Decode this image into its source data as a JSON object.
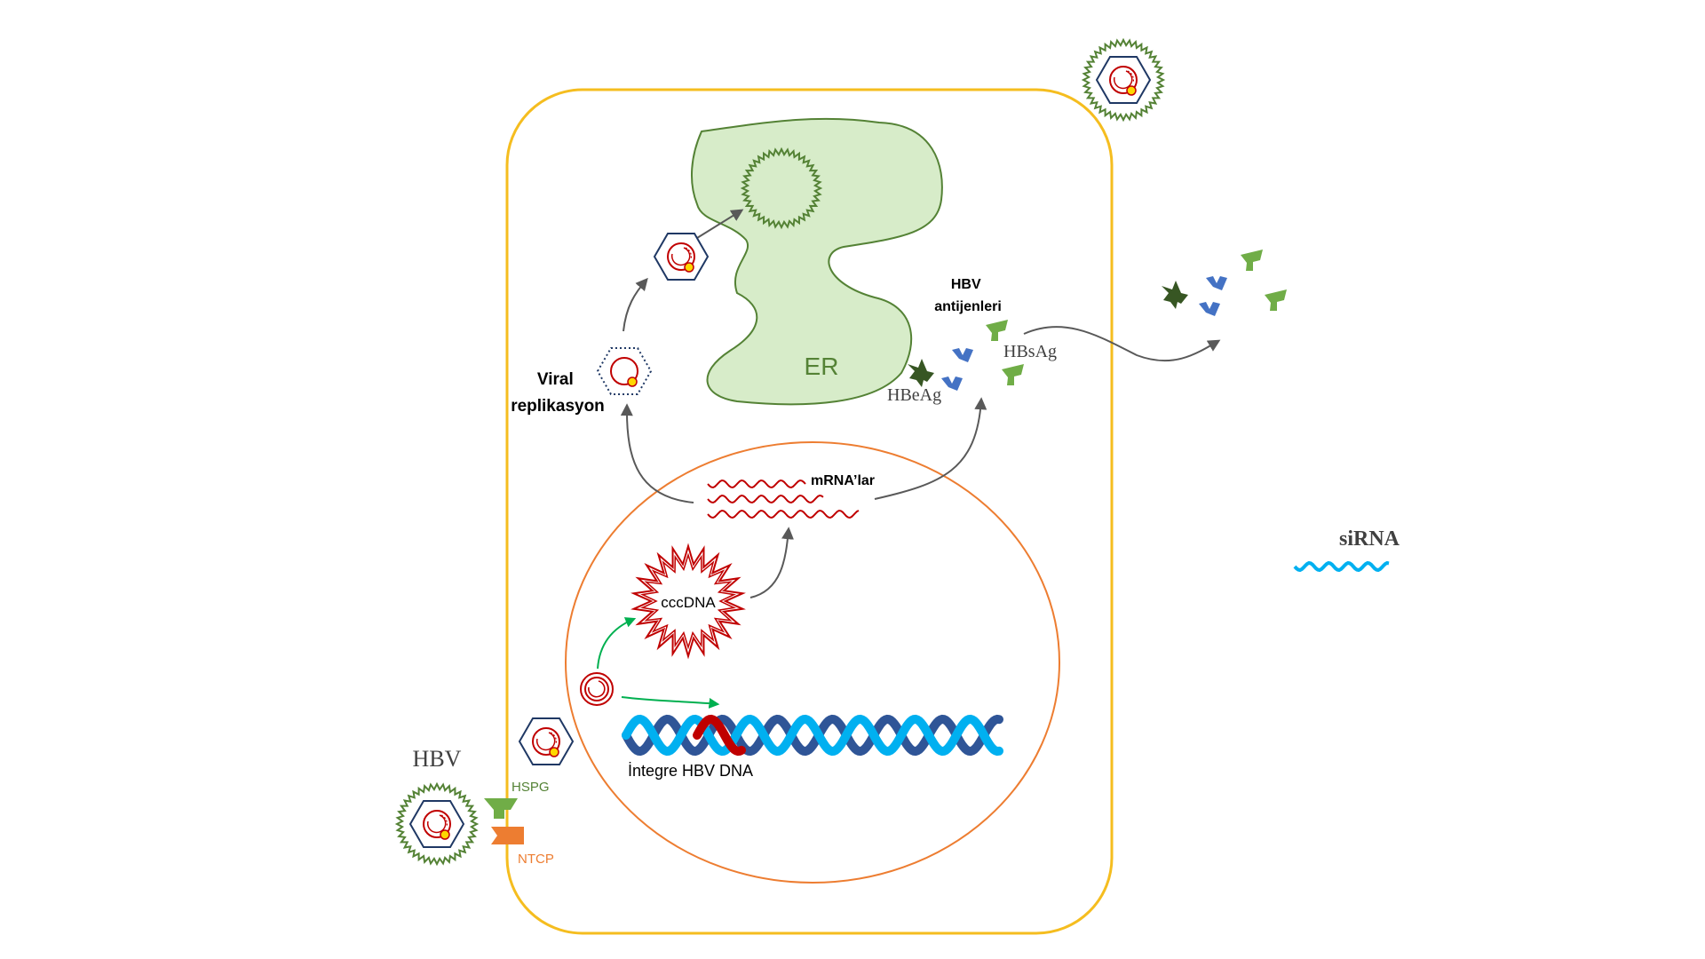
{
  "labels": {
    "hbv": "HBV",
    "hspg": "HSPG",
    "ntcp": "NTCP",
    "cccdna": "cccDNA",
    "integrated_dna": "İntegre HBV DNA",
    "mrna": "mRNA’lar",
    "viral_replication_line1": "Viral",
    "viral_replication_line2": "replikasyon",
    "er": "ER",
    "antigens_line1": "HBV",
    "antigens_line2": "antijenleri",
    "hbsag": "HBsAg",
    "hbeag": "HBeAg",
    "sirna": "siRNA"
  },
  "colors": {
    "cell_membrane": "#f5bd1f",
    "nucleus": "#ed7d31",
    "er_fill": "#d7ecc9",
    "er_stroke": "#548235",
    "viral_dna": "#c00000",
    "capsid": "#1f3864",
    "envelope": "#548235",
    "hbsag": "#70ad47",
    "hbeag": "#375623",
    "hbcag_like": "#4472c4",
    "hspg": "#70ad47",
    "ntcp": "#ed7d31",
    "sirna": "#00b0f0",
    "dna_dark": "#2f5597",
    "dna_light": "#00b0f0",
    "arrow": "#595959",
    "green_arrow": "#00b050"
  },
  "icons": [
    "hbv-virion-icon",
    "capsid-icon",
    "cccdna-icon",
    "rcdna-icon",
    "dna-helix-icon",
    "mrna-icon",
    "hbsag-icon",
    "hbeag-icon",
    "sirna-icon",
    "hspg-receptor-icon",
    "ntcp-receptor-icon"
  ]
}
